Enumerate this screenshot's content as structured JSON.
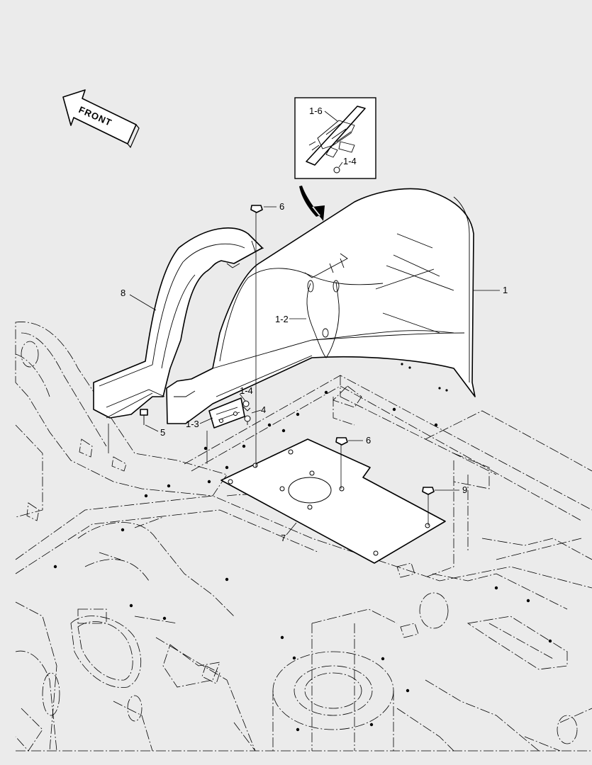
{
  "direction_arrow": {
    "label": "FRONT"
  },
  "detail_inset": {
    "labels": [
      "1-6",
      "1-4"
    ]
  },
  "callouts": [
    {
      "id": "c6-top",
      "text": "6"
    },
    {
      "id": "c1",
      "text": "1"
    },
    {
      "id": "c8",
      "text": "8"
    },
    {
      "id": "c1-2",
      "text": "1-2"
    },
    {
      "id": "c1-4",
      "text": "1-4"
    },
    {
      "id": "c4",
      "text": "4"
    },
    {
      "id": "c1-3",
      "text": "1-3"
    },
    {
      "id": "c5",
      "text": "5"
    },
    {
      "id": "c6-mid",
      "text": "6"
    },
    {
      "id": "c9",
      "text": "9"
    },
    {
      "id": "c7",
      "text": "7"
    }
  ]
}
